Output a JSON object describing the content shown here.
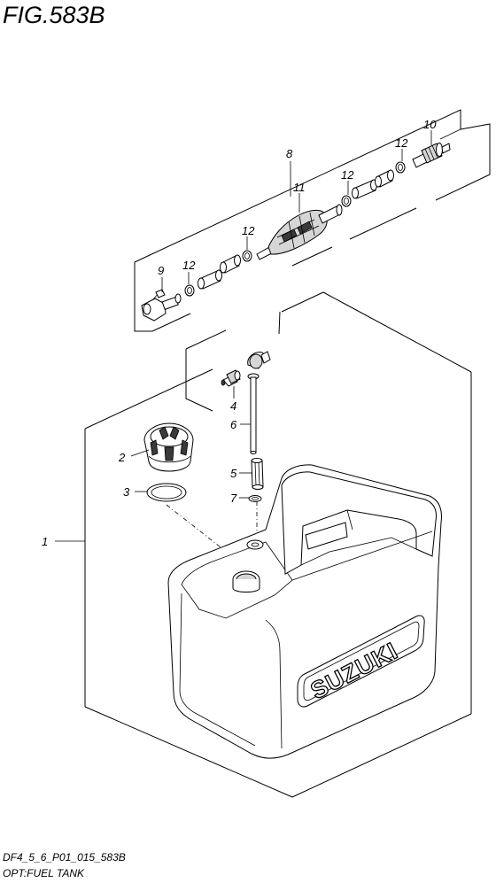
{
  "figure": {
    "title": "FIG.583B"
  },
  "callouts": {
    "c1": "1",
    "c2": "2",
    "c3": "3",
    "c4": "4",
    "c5": "5",
    "c6": "6",
    "c7": "7",
    "c8": "8",
    "c9": "9",
    "c10": "10",
    "c11": "11",
    "c12a": "12",
    "c12b": "12",
    "c12c": "12",
    "c12d": "12"
  },
  "tank": {
    "logo_text": "SUZUKI"
  },
  "footer": {
    "code": "DF4_5_6_P01_015_583B",
    "caption": "OPT:FUEL TANK"
  }
}
